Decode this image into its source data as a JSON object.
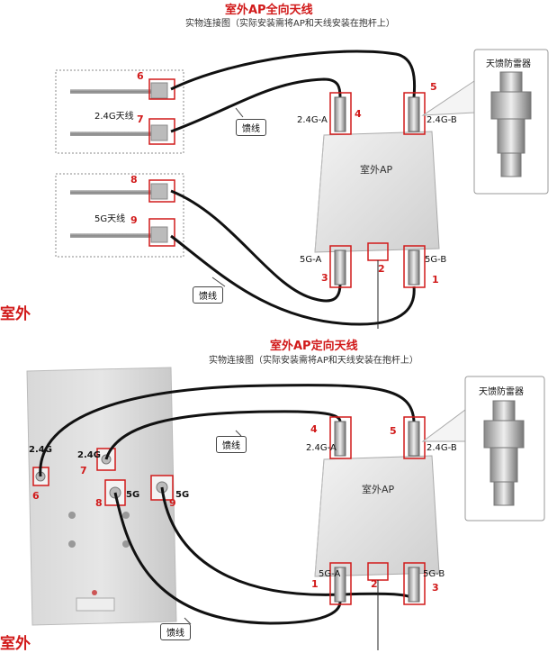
{
  "section1": {
    "title": "室外AP全向天线",
    "subtitle": "实物连接图（实际安装需将AP和天线安装在抱杆上）",
    "antenna_24g_label": "2.4G天线",
    "antenna_5g_label": "5G天线",
    "ap_label": "室外AP",
    "feeder_label": "馈线",
    "arrester_label": "天馈防雷器",
    "port_labels": {
      "a24": "2.4G-A",
      "b24": "2.4G-B",
      "a5": "5G-A",
      "b5": "5G-B"
    },
    "numbers": [
      "1",
      "2",
      "3",
      "4",
      "5",
      "6",
      "7",
      "8",
      "9"
    ],
    "outdoor_label": "室外"
  },
  "section2": {
    "title": "室外AP定向天线",
    "subtitle": "实物连接图（实际安装需将AP和天线安装在抱杆上）",
    "ap_label": "室外AP",
    "feeder_label": "馈线",
    "arrester_label": "天馈防雷器",
    "port_labels": {
      "a24": "2.4G-A",
      "b24": "2.4G-B",
      "a5": "5G-A",
      "b5": "5G-B"
    },
    "antenna_port_labels": {
      "p24a": "2.4G",
      "p24b": "2.4G",
      "p5a": "5G",
      "p5b": "5G"
    },
    "numbers": [
      "1",
      "2",
      "3",
      "4",
      "5",
      "6",
      "7",
      "8",
      "9"
    ],
    "outdoor_label": "室外"
  }
}
